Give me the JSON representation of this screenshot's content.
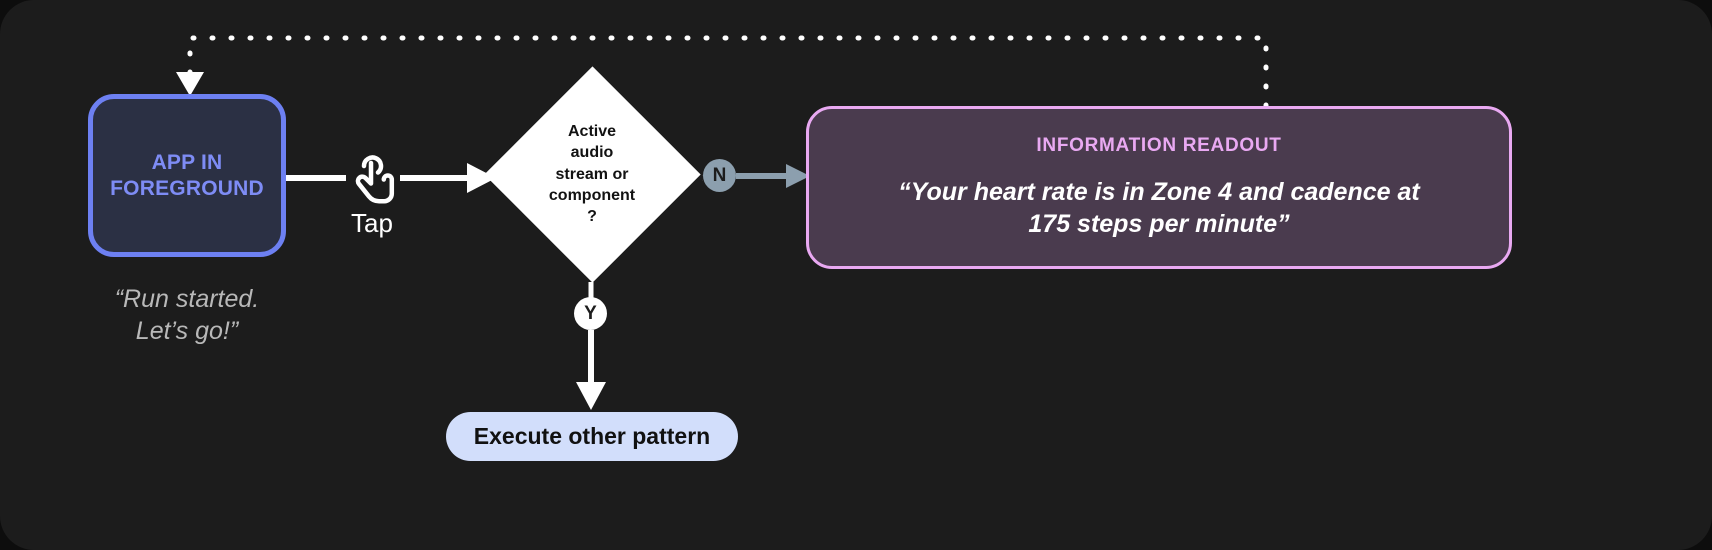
{
  "diagram": {
    "background_color": "#1c1c1c",
    "app_node": {
      "label_line1": "APP IN",
      "label_line2": "FOREGROUND",
      "border_color": "#6d80f2",
      "fill_color": "#2b3044",
      "text_color": "#7e8cf5"
    },
    "app_caption": {
      "line1": "“Run started.",
      "line2": "Let’s go!”",
      "text_color": "#b8b8b8"
    },
    "gesture": {
      "icon": "tap-gesture-icon",
      "label": "Tap"
    },
    "decision": {
      "line1": "Active",
      "line2": "audio",
      "line3": "stream or",
      "line4": "component",
      "line5": "?",
      "fill_color": "#ffffff",
      "text_color": "#121212"
    },
    "branches": {
      "no_label": "N",
      "no_badge_color": "#8c9fae",
      "yes_label": "Y",
      "yes_badge_color": "#ffffff"
    },
    "execute_pill": {
      "label": "Execute other pattern",
      "fill_color": "#d2defb",
      "text_color": "#111111"
    },
    "readout": {
      "title": "INFORMATION READOUT",
      "quote_line1": "“Your heart rate is in Zone 4 and cadence at",
      "quote_line2": "175 steps per minute”",
      "border_color": "#e9a9f2",
      "fill_color": "#4a3b4e",
      "title_color": "#e9a9f2",
      "quote_color": "#ffffff"
    },
    "connectors": {
      "solid_color": "#ffffff",
      "no_branch_color": "#8c9fae",
      "return_style": "dotted",
      "return_color": "#ffffff"
    }
  }
}
